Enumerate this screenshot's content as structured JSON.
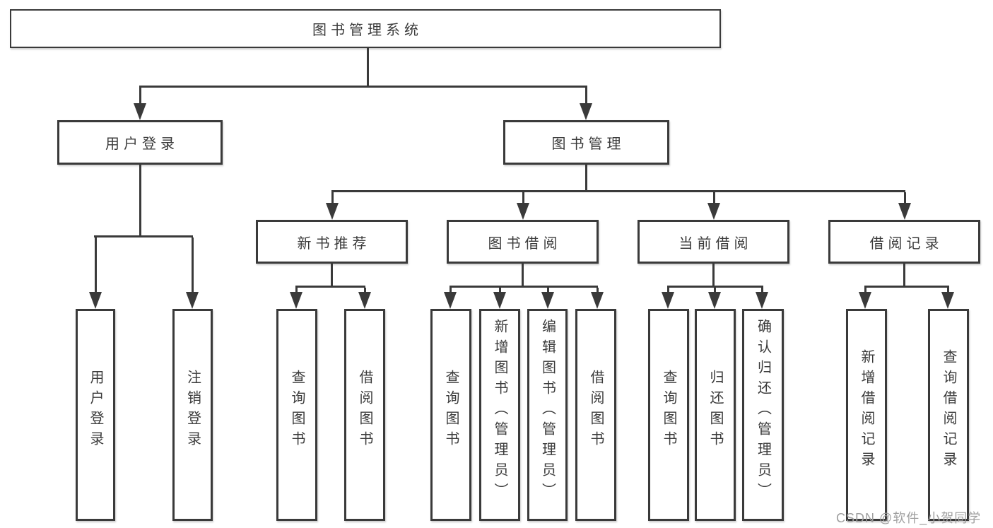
{
  "diagram": {
    "root": {
      "label": "图书管理系统"
    },
    "level2": [
      {
        "label": "用户登录"
      },
      {
        "label": "图书管理"
      }
    ],
    "level3": [
      {
        "label": "新书推荐"
      },
      {
        "label": "图书借阅"
      },
      {
        "label": "当前借阅"
      },
      {
        "label": "借阅记录"
      }
    ],
    "leaves": {
      "user_login": [
        "用户登录",
        "注销登录"
      ],
      "new_book_rec": [
        "查询图书",
        "借阅图书"
      ],
      "book_borrow": [
        "查询图书",
        "新增图书（管理员）",
        "编辑图书（管理员）",
        "借阅图书"
      ],
      "current_borrow": [
        "查询图书",
        "归还图书",
        "确认归还（管理员）"
      ],
      "borrow_records": [
        "新增借阅记录",
        "查询借阅记录"
      ]
    }
  },
  "watermark": "CSDN @软件_小贺同学",
  "colors": {
    "line": "#3a3a3a",
    "text": "#3b3b3b",
    "watermark": "#9f9f9f",
    "background": "#ffffff"
  }
}
